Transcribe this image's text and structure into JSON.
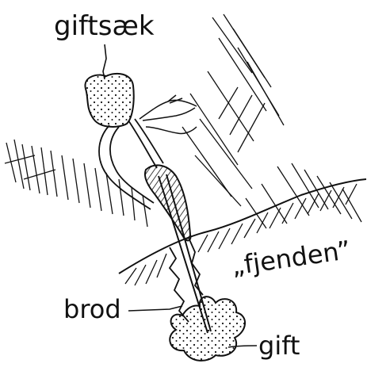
{
  "labels": {
    "venom_sac": "giftsæk",
    "enemy": "„fjenden”",
    "stinger": "brod",
    "venom": "gift"
  },
  "colors": {
    "ink": "#111111",
    "paper": "#ffffff"
  }
}
